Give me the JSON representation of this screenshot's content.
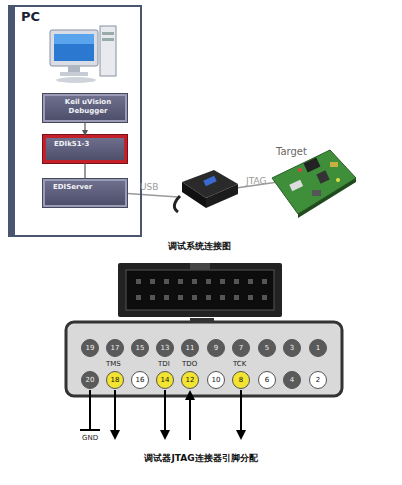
{
  "diagram": {
    "caption": "调试器JTAG连接器引脚分配",
    "nodes": [
      {
        "text": [
          "PC"
        ]
      },
      {
        "text": [
          "Keil uVision Debugger"
        ],
        "in": 0
      },
      {
        "text": [
          "EDIk51-3"
        ],
        "in": 0
      },
      {
        "text": [
          "EDIServer"
        ],
        "in": 0
      },
      {
        "text": [
          "19"
        ]
      },
      {
        "text": [
          "17"
        ]
      },
      {
        "text": [
          "15"
        ]
      },
      {
        "text": [
          "13"
        ]
      },
      {
        "text": [
          "11"
        ]
      },
      {
        "text": [
          "9"
        ]
      },
      {
        "text": [
          "7"
        ]
      },
      {
        "text": [
          "5"
        ]
      },
      {
        "text": [
          "3"
        ]
      },
      {
        "text": [
          "1"
        ]
      },
      {
        "text": [
          "20"
        ]
      },
      {
        "text": [
          "18"
        ]
      },
      {
        "text": [
          "16"
        ]
      },
      {
        "text": [
          "14"
        ]
      },
      {
        "text": [
          "12"
        ]
      },
      {
        "text": [
          "10"
        ]
      },
      {
        "text": [
          "8"
        ]
      },
      {
        "text": [
          "6"
        ]
      },
      {
        "text": [
          "4"
        ]
      },
      {
        "text": [
          "2"
        ]
      }
    ],
    "edges": [
      {
        "from": 1,
        "to": 2,
        "arrow": "to"
      },
      {
        "from": 2,
        "to": 3,
        "arrow": "none"
      }
    ],
    "labels": [
      "USB",
      "JTAG",
      "Target",
      "调试系统连接图",
      "TMS",
      "TDI",
      "TDO",
      "TCK",
      "GND"
    ]
  }
}
